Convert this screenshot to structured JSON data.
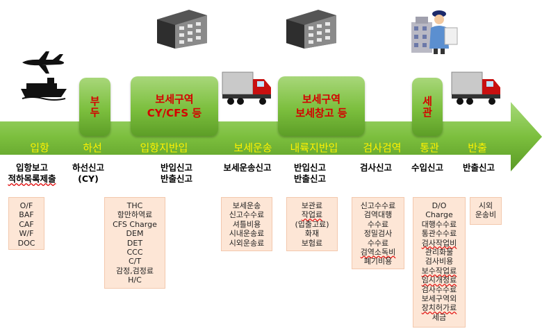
{
  "zones": {
    "pier": "부두",
    "bonded1": [
      "보세구역",
      "CY/CFS 등"
    ],
    "bonded2": [
      "보세구역",
      "보세창고 등"
    ],
    "customs": "세관"
  },
  "stages": [
    "입항",
    "하선",
    "입항지반입",
    "보세운송",
    "내륙지반입",
    "검사검역",
    "통관",
    "반출"
  ],
  "declarations": {
    "arrival": [
      "입항보고",
      "적하목록제출"
    ],
    "unload": [
      "하선신고",
      "(CY)"
    ],
    "port_inout": [
      "반입신고",
      "반출신고"
    ],
    "transport": [
      "보세운송신고"
    ],
    "inland_inout": [
      "반입신고",
      "반출신고"
    ],
    "inspection": [
      "검사신고"
    ],
    "import": [
      "수입신고"
    ],
    "release": [
      "반출신고"
    ]
  },
  "fees": {
    "arrival": [
      "O/F",
      "BAF",
      "CAF",
      "W/F",
      "DOC"
    ],
    "port": [
      "THC",
      "항만하역료",
      "CFS Charge",
      "DEM",
      "DET",
      "CCC",
      "C/T",
      "감정,검정료",
      "H/C"
    ],
    "transport": [
      "보세운송",
      "신고수수료",
      "셔틀비용",
      "시내운송료",
      "시외운송료"
    ],
    "inland": [
      "보관료",
      "작업료",
      "(입출고료)",
      "화재",
      "보험료"
    ],
    "inspection": [
      "신고수수료",
      "검역대행",
      "수수료",
      "정밀검사",
      "수수료",
      "검역소독비",
      "폐기비용"
    ],
    "clearance": [
      "D/O",
      "Charge",
      "대행수수료",
      "통관수수료",
      "검사작업비",
      "관리화물",
      "검사비용",
      "보수작업료",
      "임시개청료",
      "검사수수료",
      "보세구역외",
      "장치허가료",
      "세금"
    ],
    "release": [
      "시외",
      "운송비"
    ]
  },
  "colors": {
    "arrow": "#7cbf3e",
    "zone_text": "#d40000",
    "stage_text": "#fff200",
    "fee_bg": "#fde6d6"
  }
}
